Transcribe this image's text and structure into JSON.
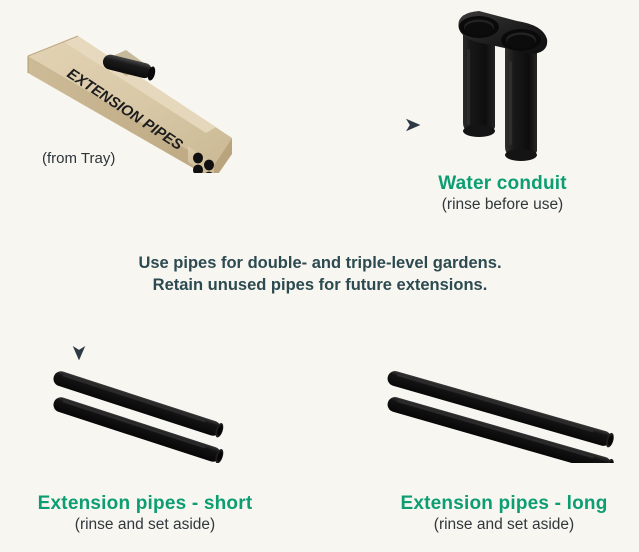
{
  "page": {
    "background_color": "#f8f6f1",
    "accent_green": "#0c9e72",
    "note_color": "#2c4a50",
    "plastic_color": "#161616",
    "cardboard_color": "#d9c9a8"
  },
  "box": {
    "print_text": "EXTENSION PIPES",
    "source_label": "(from Tray)",
    "icon": "cardboard-sleeve-box"
  },
  "note": {
    "line1": "Use pipes for double- and triple-level gardens.",
    "line2": "Retain unused pipes for future extensions."
  },
  "parts": [
    {
      "id": "water-conduit",
      "title": "Water conduit",
      "subtitle": "(rinse before use)",
      "icon": "double-barrel-conduit"
    },
    {
      "id": "extension-pipes-short",
      "title": "Extension pipes - short",
      "subtitle": "(rinse and set aside)",
      "icon": "short-pipe-pair",
      "quantity": 2
    },
    {
      "id": "extension-pipes-long",
      "title": "Extension pipes - long",
      "subtitle": "(rinse and set aside)",
      "icon": "long-pipe-pair",
      "quantity": 2
    }
  ],
  "arrows": [
    {
      "id": "arrow-to-water-conduit",
      "direction": "right"
    },
    {
      "id": "arrow-to-short-pipes",
      "direction": "down"
    }
  ]
}
